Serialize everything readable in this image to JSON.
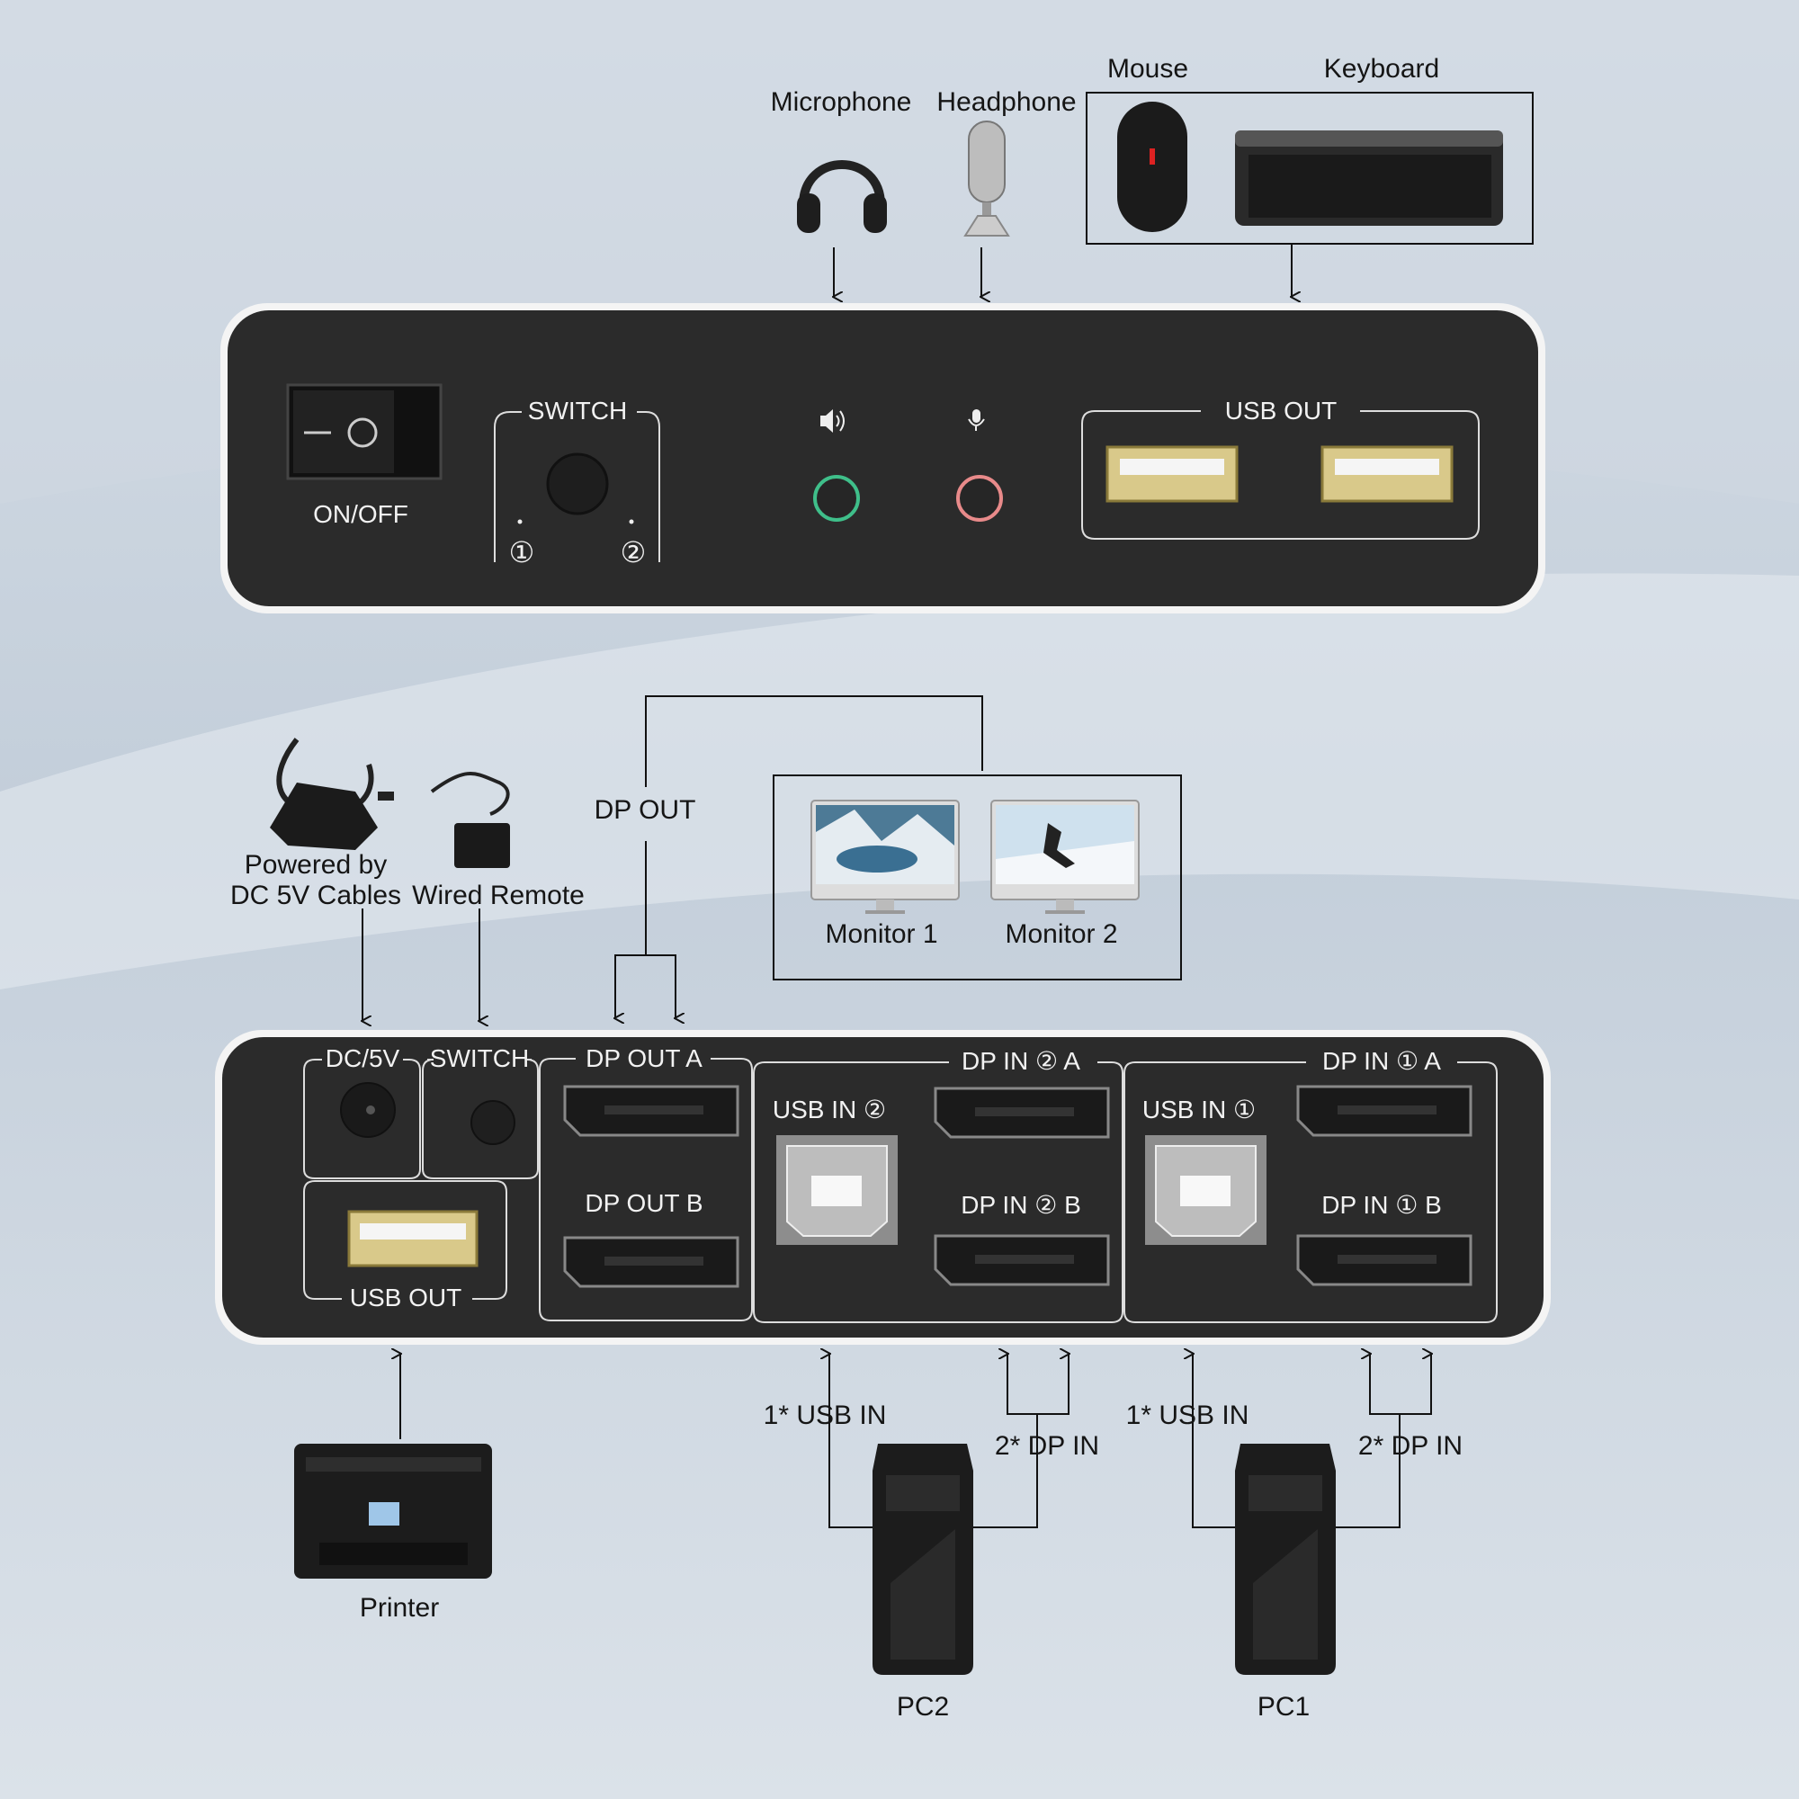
{
  "top_devices": {
    "microphone": "Microphone",
    "headphone": "Headphone",
    "mouse": "Mouse",
    "keyboard": "Keyboard"
  },
  "front_panel": {
    "on_off": "ON/OFF",
    "switch": "SWITCH",
    "switch_1": "①",
    "switch_2": "②",
    "usb_out": "USB OUT"
  },
  "middle": {
    "power_line1": "Powered by",
    "power_line2": "DC 5V Cables",
    "wired_remote": "Wired Remote",
    "dp_out": "DP OUT",
    "monitor_1": "Monitor 1",
    "monitor_2": "Monitor 2"
  },
  "rear_panel": {
    "dc5v": "DC/5V",
    "switch": "SWITCH",
    "usb_out": "USB OUT",
    "dp_out_a": "DP OUT A",
    "dp_out_b": "DP OUT B",
    "usb_in_2": "USB IN ②",
    "dp_in_2_a": "DP IN ② A",
    "dp_in_2_b": "DP IN ② B",
    "usb_in_1": "USB IN ①",
    "dp_in_1_a": "DP IN ① A",
    "dp_in_1_b": "DP IN ① B"
  },
  "bottom": {
    "printer": "Printer",
    "usb_in_pc2": "1* USB IN",
    "dp_in_pc2": "2* DP IN",
    "usb_in_pc1": "1* USB IN",
    "dp_in_pc1": "2* DP IN",
    "pc2": "PC2",
    "pc1": "PC1"
  },
  "colors": {
    "panel": "#2b2b2b",
    "background": "#c9d4de",
    "audio_out_ring": "#3fbf8a",
    "mic_in_ring": "#e88a8a",
    "usb_gold": "#d9c98a"
  }
}
